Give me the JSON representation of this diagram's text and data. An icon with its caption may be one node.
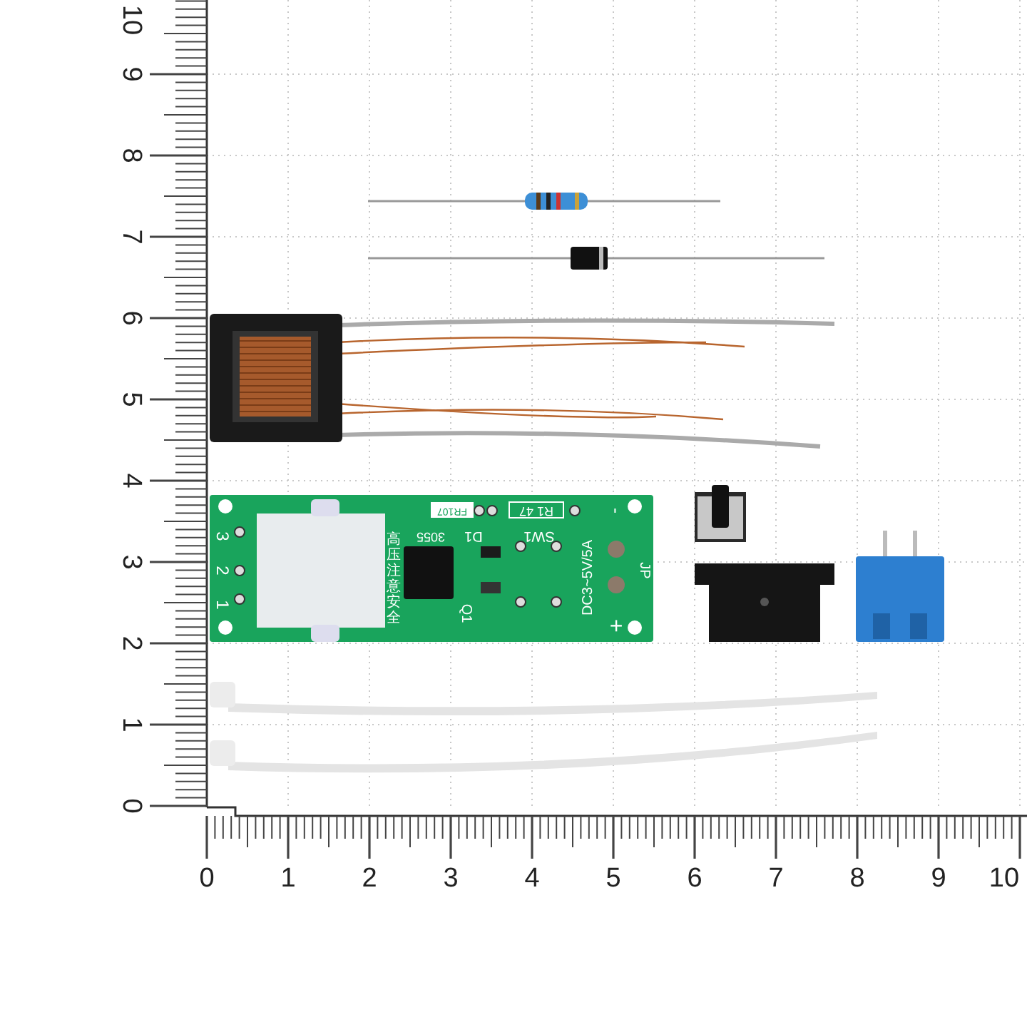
{
  "diagram": {
    "labels": [
      "10",
      "9",
      "8",
      "7",
      "6",
      "5",
      "4",
      "3",
      "2",
      "1",
      "0",
      "FR107",
      "R1 47",
      "-",
      "3",
      "3055",
      "D1",
      "SW1",
      "2",
      "高压注意安全",
      "DC3~5V/5A",
      "JP",
      "1",
      "Q1",
      "+",
      "0",
      "1",
      "2",
      "3",
      "4",
      "5",
      "6",
      "7",
      "8",
      "9",
      "10"
    ]
  }
}
